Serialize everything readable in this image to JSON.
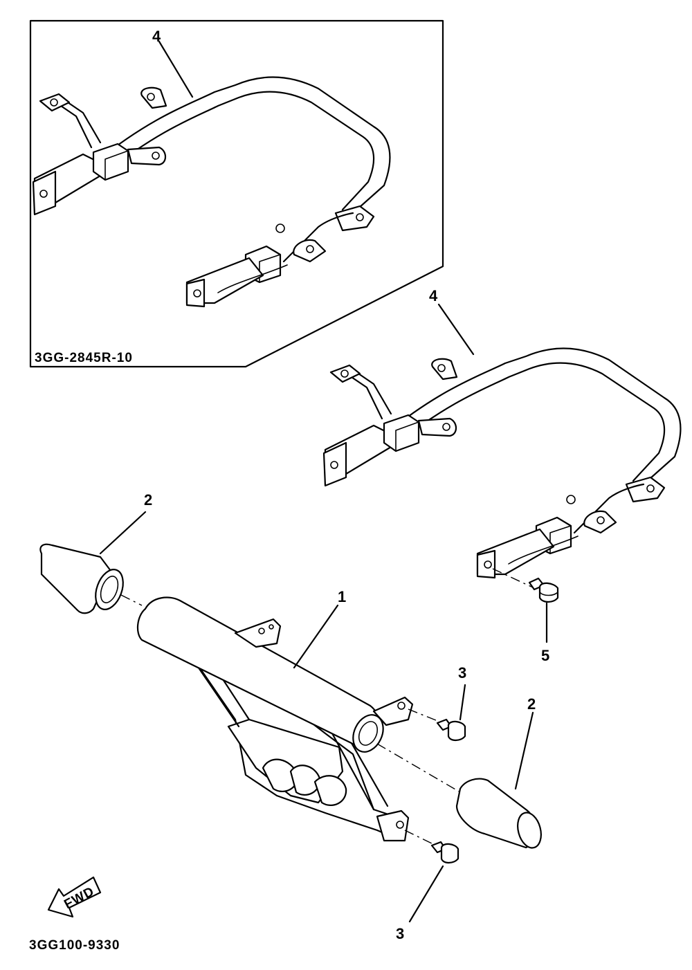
{
  "diagram": {
    "inset_part_number": "3GG-2845R-10",
    "footer_code": "3GG100-9330",
    "fwd_label": "FWD",
    "callouts": [
      {
        "id": "bumper-guard",
        "number": "1"
      },
      {
        "id": "cap-left",
        "number": "2"
      },
      {
        "id": "cap-right",
        "number": "2"
      },
      {
        "id": "bolt-upper",
        "number": "3"
      },
      {
        "id": "bolt-lower",
        "number": "3"
      },
      {
        "id": "frame-inset",
        "number": "4"
      },
      {
        "id": "frame-main",
        "number": "4"
      },
      {
        "id": "bolt-frame",
        "number": "5"
      }
    ]
  }
}
